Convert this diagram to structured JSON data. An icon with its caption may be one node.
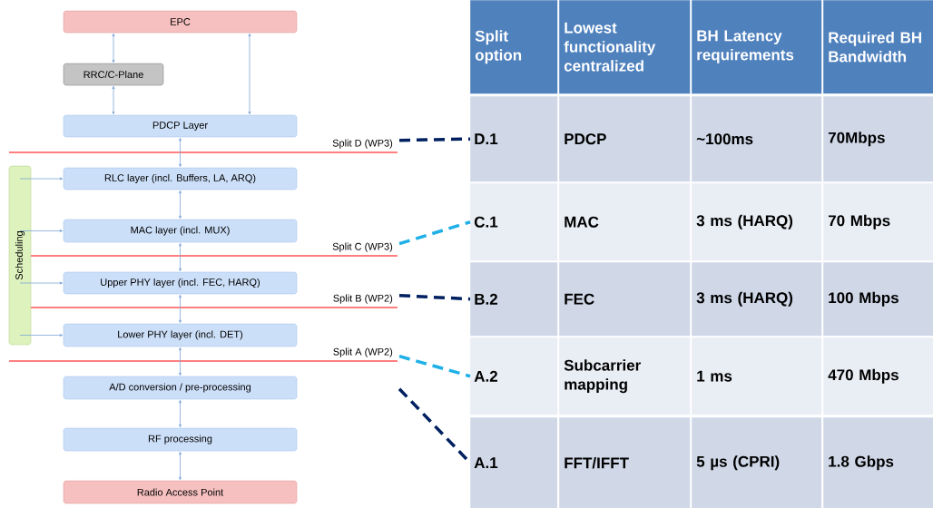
{
  "diagram": {
    "nodes": [
      {
        "text": [
          "EPC"
        ]
      },
      {
        "text": [
          "RRC/C-Plane"
        ]
      },
      {
        "text": [
          "PDCP Layer"
        ]
      },
      {
        "text": [
          "RLC layer (incl. Buffers, LA, ARQ)"
        ]
      },
      {
        "text": [
          "MAC layer (incl. MUX)"
        ]
      },
      {
        "text": [
          "Upper PHY layer (incl. FEC, HARQ)"
        ]
      },
      {
        "text": [
          "Lower PHY layer (incl. DET)"
        ]
      },
      {
        "text": [
          "A/D conversion / pre-processing"
        ]
      },
      {
        "text": [
          "RF processing"
        ]
      },
      {
        "text": [
          "Radio Access Point"
        ]
      },
      {
        "text": [
          "Scheduling"
        ]
      },
      {
        "text": [
          "Split D (WP3)"
        ]
      },
      {
        "text": [
          "Split C (WP3)"
        ]
      },
      {
        "text": [
          "Split B (WP2)"
        ]
      },
      {
        "text": [
          "Split A (WP2)"
        ]
      },
      {
        "text": [
          "D.1"
        ]
      },
      {
        "text": [
          "C.1"
        ]
      },
      {
        "text": [
          "B.2"
        ]
      },
      {
        "text": [
          "A.2"
        ]
      },
      {
        "text": [
          "A.1"
        ]
      }
    ],
    "edges": [
      {
        "from": 0,
        "to": 1,
        "arrow": "both"
      },
      {
        "from": 1,
        "to": 2,
        "arrow": "both"
      },
      {
        "from": 0,
        "to": 2,
        "arrow": "both"
      },
      {
        "from": 2,
        "to": 3,
        "arrow": "both"
      },
      {
        "from": 3,
        "to": 4,
        "arrow": "both"
      },
      {
        "from": 4,
        "to": 5,
        "arrow": "both"
      },
      {
        "from": 5,
        "to": 6,
        "arrow": "both"
      },
      {
        "from": 6,
        "to": 7,
        "arrow": "both"
      },
      {
        "from": 7,
        "to": 8,
        "arrow": "both"
      },
      {
        "from": 8,
        "to": 9,
        "arrow": "both"
      },
      {
        "from": 10,
        "to": 3,
        "arrow": "to"
      },
      {
        "from": 10,
        "to": 4,
        "arrow": "to"
      },
      {
        "from": 10,
        "to": 5,
        "arrow": "to"
      },
      {
        "from": 10,
        "to": 6,
        "arrow": "to"
      },
      {
        "from": 11,
        "to": 15,
        "arrow": "none",
        "style": "dashed",
        "color": "#002060"
      },
      {
        "from": 12,
        "to": 16,
        "arrow": "none",
        "style": "dashed",
        "color": "#1fb0e8"
      },
      {
        "from": 13,
        "to": 17,
        "arrow": "none",
        "style": "dashed",
        "color": "#002060"
      },
      {
        "from": 14,
        "to": 18,
        "arrow": "none",
        "style": "dashed",
        "color": "#1fb0e8"
      },
      {
        "from": 14,
        "to": 19,
        "arrow": "none",
        "style": "dashed",
        "color": "#002060"
      }
    ],
    "labels": [
      "Split option",
      "Lowest functionality centralized",
      "BH Latency requirements",
      "Required BH Bandwidth",
      "PDCP",
      "~100ms",
      "70Mbps",
      "MAC",
      "3 ms (HARQ)",
      "70 Mbps",
      "FEC",
      "3 ms (HARQ)",
      "100 Mbps",
      "Subcarrier mapping",
      "1 ms",
      "470 Mbps",
      "FFT/IFFT",
      "5 µs (CPRI)",
      "1.8 Gbps"
    ]
  }
}
